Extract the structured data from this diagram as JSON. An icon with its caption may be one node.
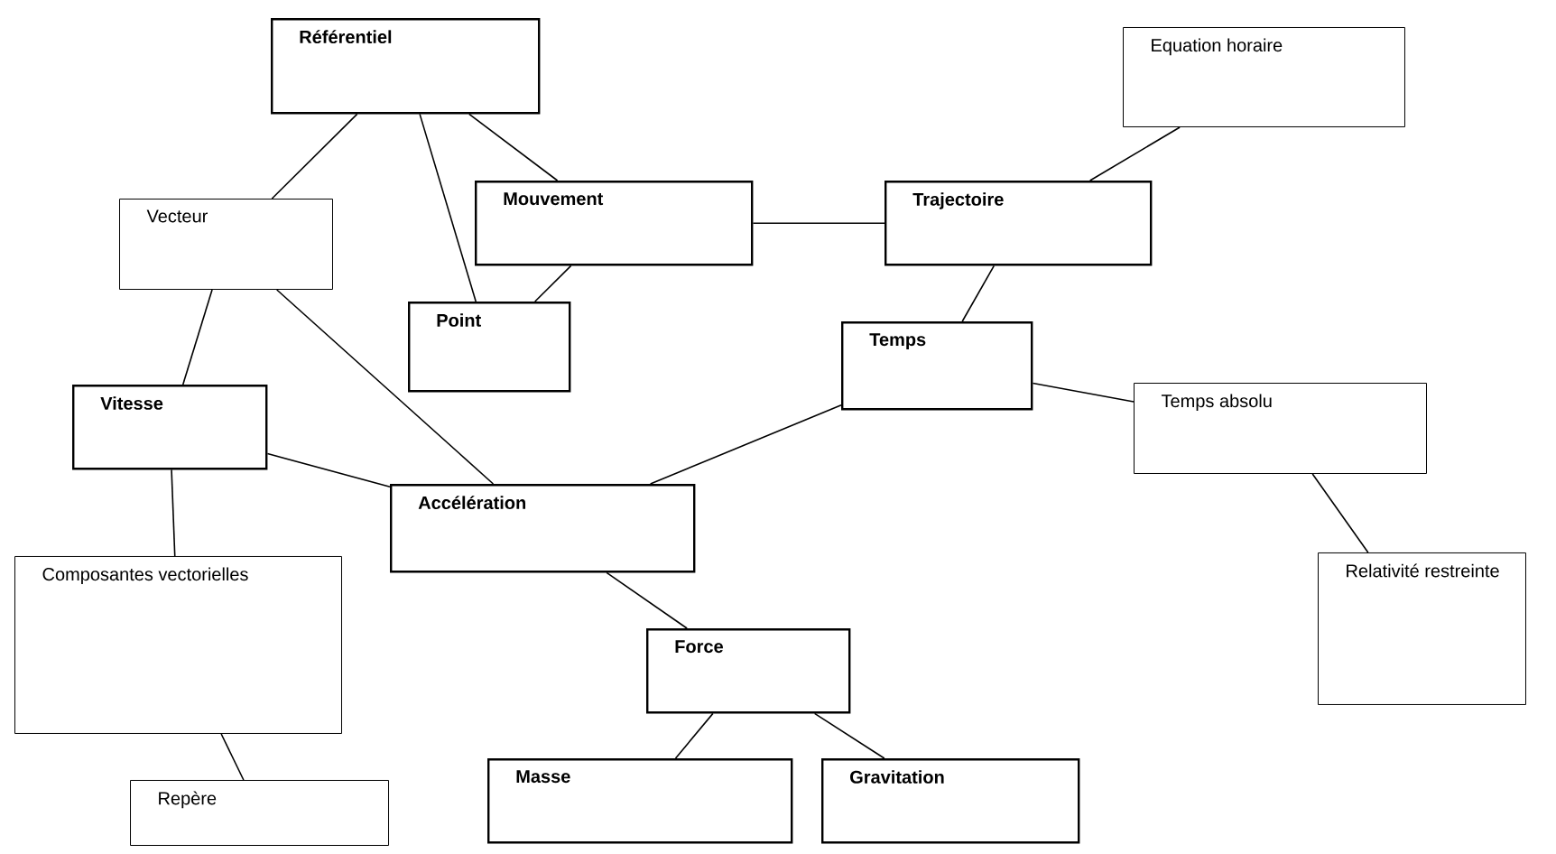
{
  "diagram": {
    "nodes": [
      {
        "text": [
          "Référentiel"
        ]
      },
      {
        "text": [
          "Equation horaire"
        ]
      },
      {
        "text": [
          "Vecteur"
        ]
      },
      {
        "text": [
          "Mouvement"
        ]
      },
      {
        "text": [
          "Trajectoire"
        ]
      },
      {
        "text": [
          "Point"
        ]
      },
      {
        "text": [
          "Temps"
        ]
      },
      {
        "text": [
          "Temps absolu"
        ]
      },
      {
        "text": [
          "Vitesse"
        ]
      },
      {
        "text": [
          "Accélération"
        ]
      },
      {
        "text": [
          "Composantes vectorielles"
        ]
      },
      {
        "text": [
          "Relativité restreinte"
        ]
      },
      {
        "text": [
          "Force"
        ]
      },
      {
        "text": [
          "Repère"
        ]
      },
      {
        "text": [
          "Masse"
        ]
      },
      {
        "text": [
          "Gravitation"
        ]
      }
    ],
    "edges": [
      {
        "from": 0,
        "to": 2,
        "arrow": "none"
      },
      {
        "from": 0,
        "to": 3,
        "arrow": "none"
      },
      {
        "from": 0,
        "to": 5,
        "arrow": "none"
      },
      {
        "from": 3,
        "to": 4,
        "arrow": "none"
      },
      {
        "from": 3,
        "to": 5,
        "arrow": "none"
      },
      {
        "from": 4,
        "to": 1,
        "arrow": "none"
      },
      {
        "from": 4,
        "to": 6,
        "arrow": "none"
      },
      {
        "from": 6,
        "to": 7,
        "arrow": "none"
      },
      {
        "from": 7,
        "to": 11,
        "arrow": "none"
      },
      {
        "from": 6,
        "to": 9,
        "arrow": "none"
      },
      {
        "from": 2,
        "to": 9,
        "arrow": "none"
      },
      {
        "from": 2,
        "to": 8,
        "arrow": "none"
      },
      {
        "from": 8,
        "to": 9,
        "arrow": "none"
      },
      {
        "from": 8,
        "to": 10,
        "arrow": "none"
      },
      {
        "from": 10,
        "to": 13,
        "arrow": "none"
      },
      {
        "from": 9,
        "to": 12,
        "arrow": "none"
      },
      {
        "from": 12,
        "to": 14,
        "arrow": "none"
      },
      {
        "from": 12,
        "to": 15,
        "arrow": "none"
      }
    ]
  }
}
